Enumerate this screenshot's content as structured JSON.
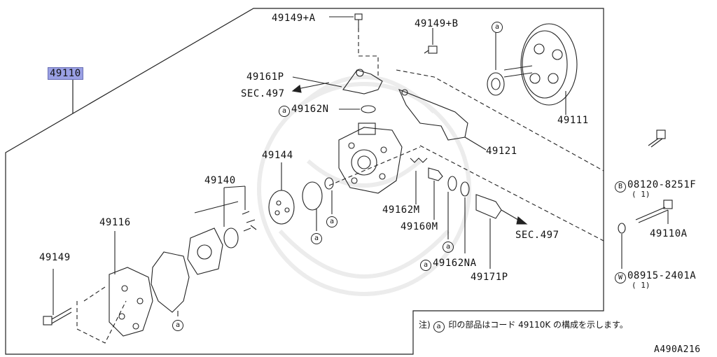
{
  "diagram": {
    "parts": {
      "p49110": "49110",
      "p49149a": "49149+A",
      "p49149b": "49149+B",
      "p49161p": "49161P",
      "p49162n": "49162N",
      "p49111": "49111",
      "p49121": "49121",
      "p49144": "49144",
      "p49140": "49140",
      "p49116": "49116",
      "p49149": "49149",
      "p49162m": "49162M",
      "p49160m": "49160M",
      "p49162na": "49162NA",
      "p49171p": "49171P",
      "p49110a": "49110A",
      "p08120": "08120-8251F",
      "p08120_qty": "( 1)",
      "p08915": "08915-2401A",
      "p08915_qty": "( 1)"
    },
    "refs": {
      "sec1": "SEC.497",
      "sec2": "SEC.497"
    },
    "markers": {
      "a": "a",
      "b": "B",
      "w": "W"
    },
    "note": {
      "prefix": "注)",
      "text": "印の部品はコード 49110K の構成を示します。"
    },
    "diagram_code": "A490A216"
  }
}
